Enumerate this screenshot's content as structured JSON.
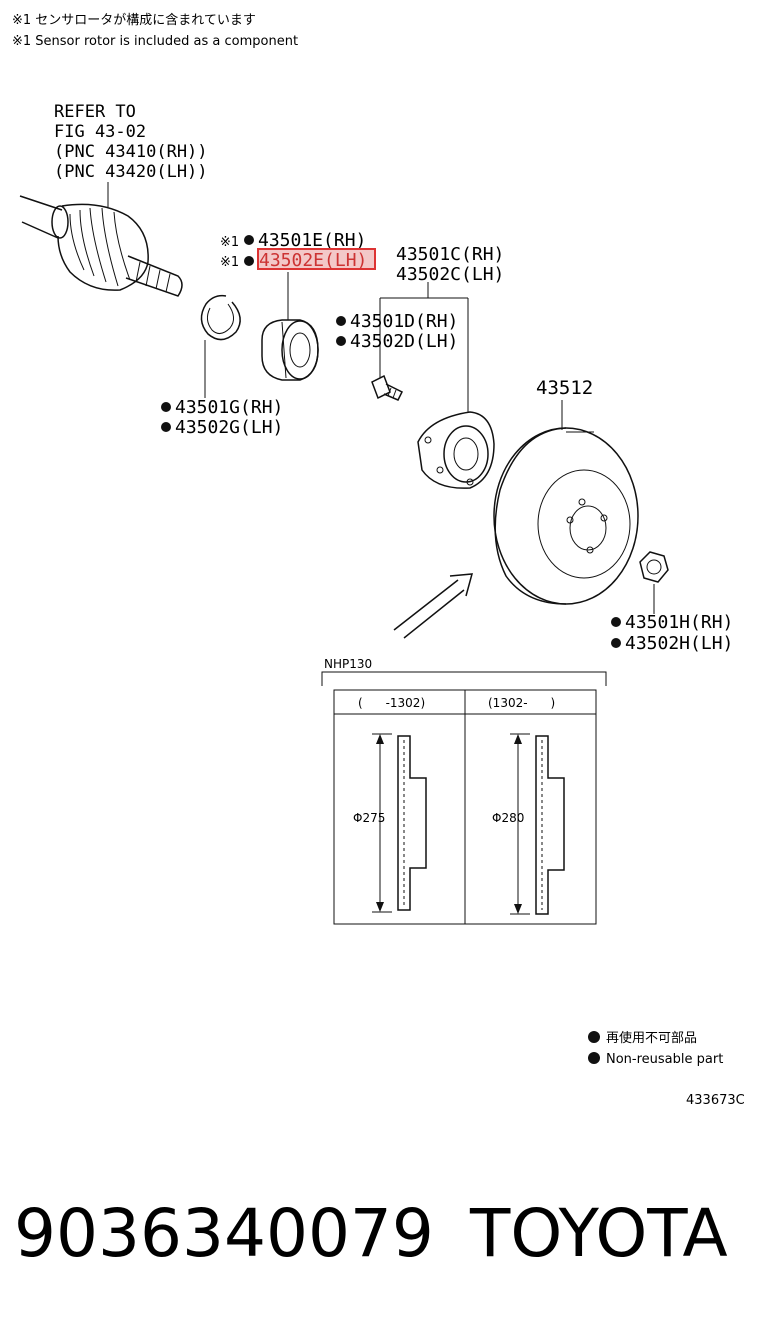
{
  "notes": {
    "jp": "※1 センサロータが構成に含まれています",
    "en": "※1 Sensor rotor is included as a component"
  },
  "refer": {
    "line1": "REFER TO",
    "line2": "FIG 43-02",
    "line3": "(PNC 43410(RH))",
    "line4": "(PNC 43420(LH))"
  },
  "parts": {
    "mark_sensor": "※1",
    "p43501e": "43501E(RH)",
    "p43502e": "43502E(LH)",
    "p43501c": "43501C(RH)",
    "p43502c": "43502C(LH)",
    "p43501d": "43501D(RH)",
    "p43502d": "43502D(LH)",
    "p43501g": "43501G(RH)",
    "p43502g": "43502G(LH)",
    "p43512": "43512",
    "p43501h": "43501H(RH)",
    "p43502h": "43502H(LH)"
  },
  "inset": {
    "model": "NHP130",
    "col1_header": "(      -1302)",
    "col2_header": "(1302-      )",
    "col1_dim": "Φ275",
    "col2_dim": "Φ280"
  },
  "legend": {
    "jp": "再使用不可部品",
    "en": "Non-reusable part"
  },
  "figure_code": "433673C",
  "footer": {
    "part_number": "9036340079",
    "brand": "TOYOTA"
  },
  "colors": {
    "highlight_fill": "#f3c8c8",
    "highlight_border": "#d33333",
    "ink": "#111111"
  }
}
